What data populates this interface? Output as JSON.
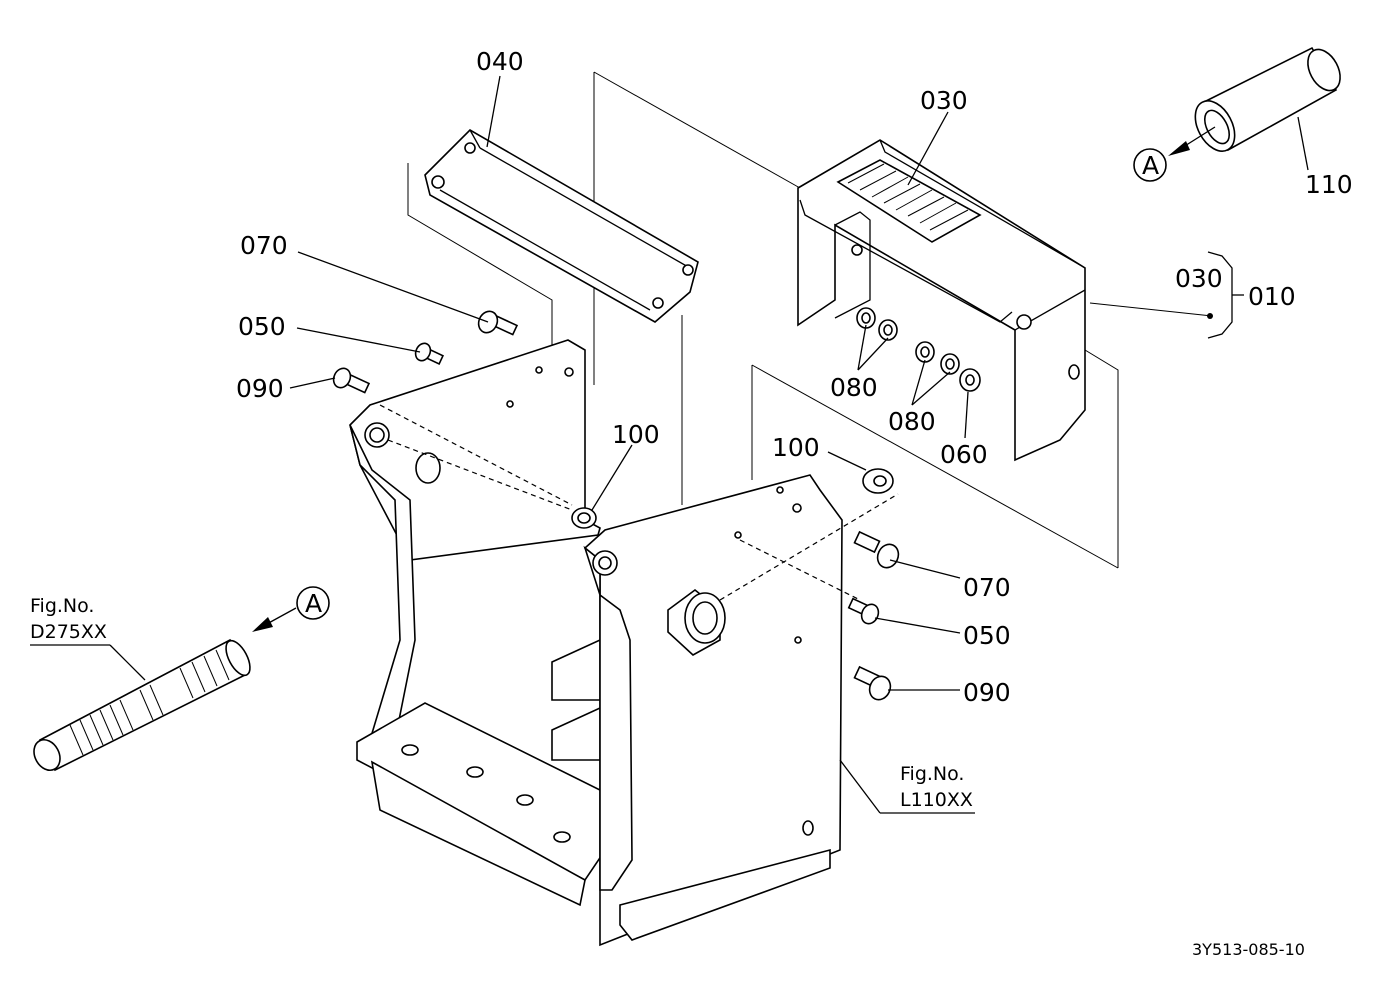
{
  "labels": {
    "p040": "040",
    "p030": "030",
    "p110": "110",
    "p030b": "030",
    "p010": "010",
    "p070a": "070",
    "p050a": "050",
    "p090a": "090",
    "p100a": "100",
    "p080a": "080",
    "p080b": "080",
    "p060": "060",
    "p100b": "100",
    "p070b": "070",
    "p050b": "050",
    "p090b": "090"
  },
  "callouts": {
    "a_top": "A",
    "a_left": "A"
  },
  "figrefs": {
    "left_title": "Fig.No.",
    "left_code": "D275XX",
    "right_title": "Fig.No.",
    "right_code": "L110XX"
  },
  "drawing_code": "3Y513-085-10"
}
